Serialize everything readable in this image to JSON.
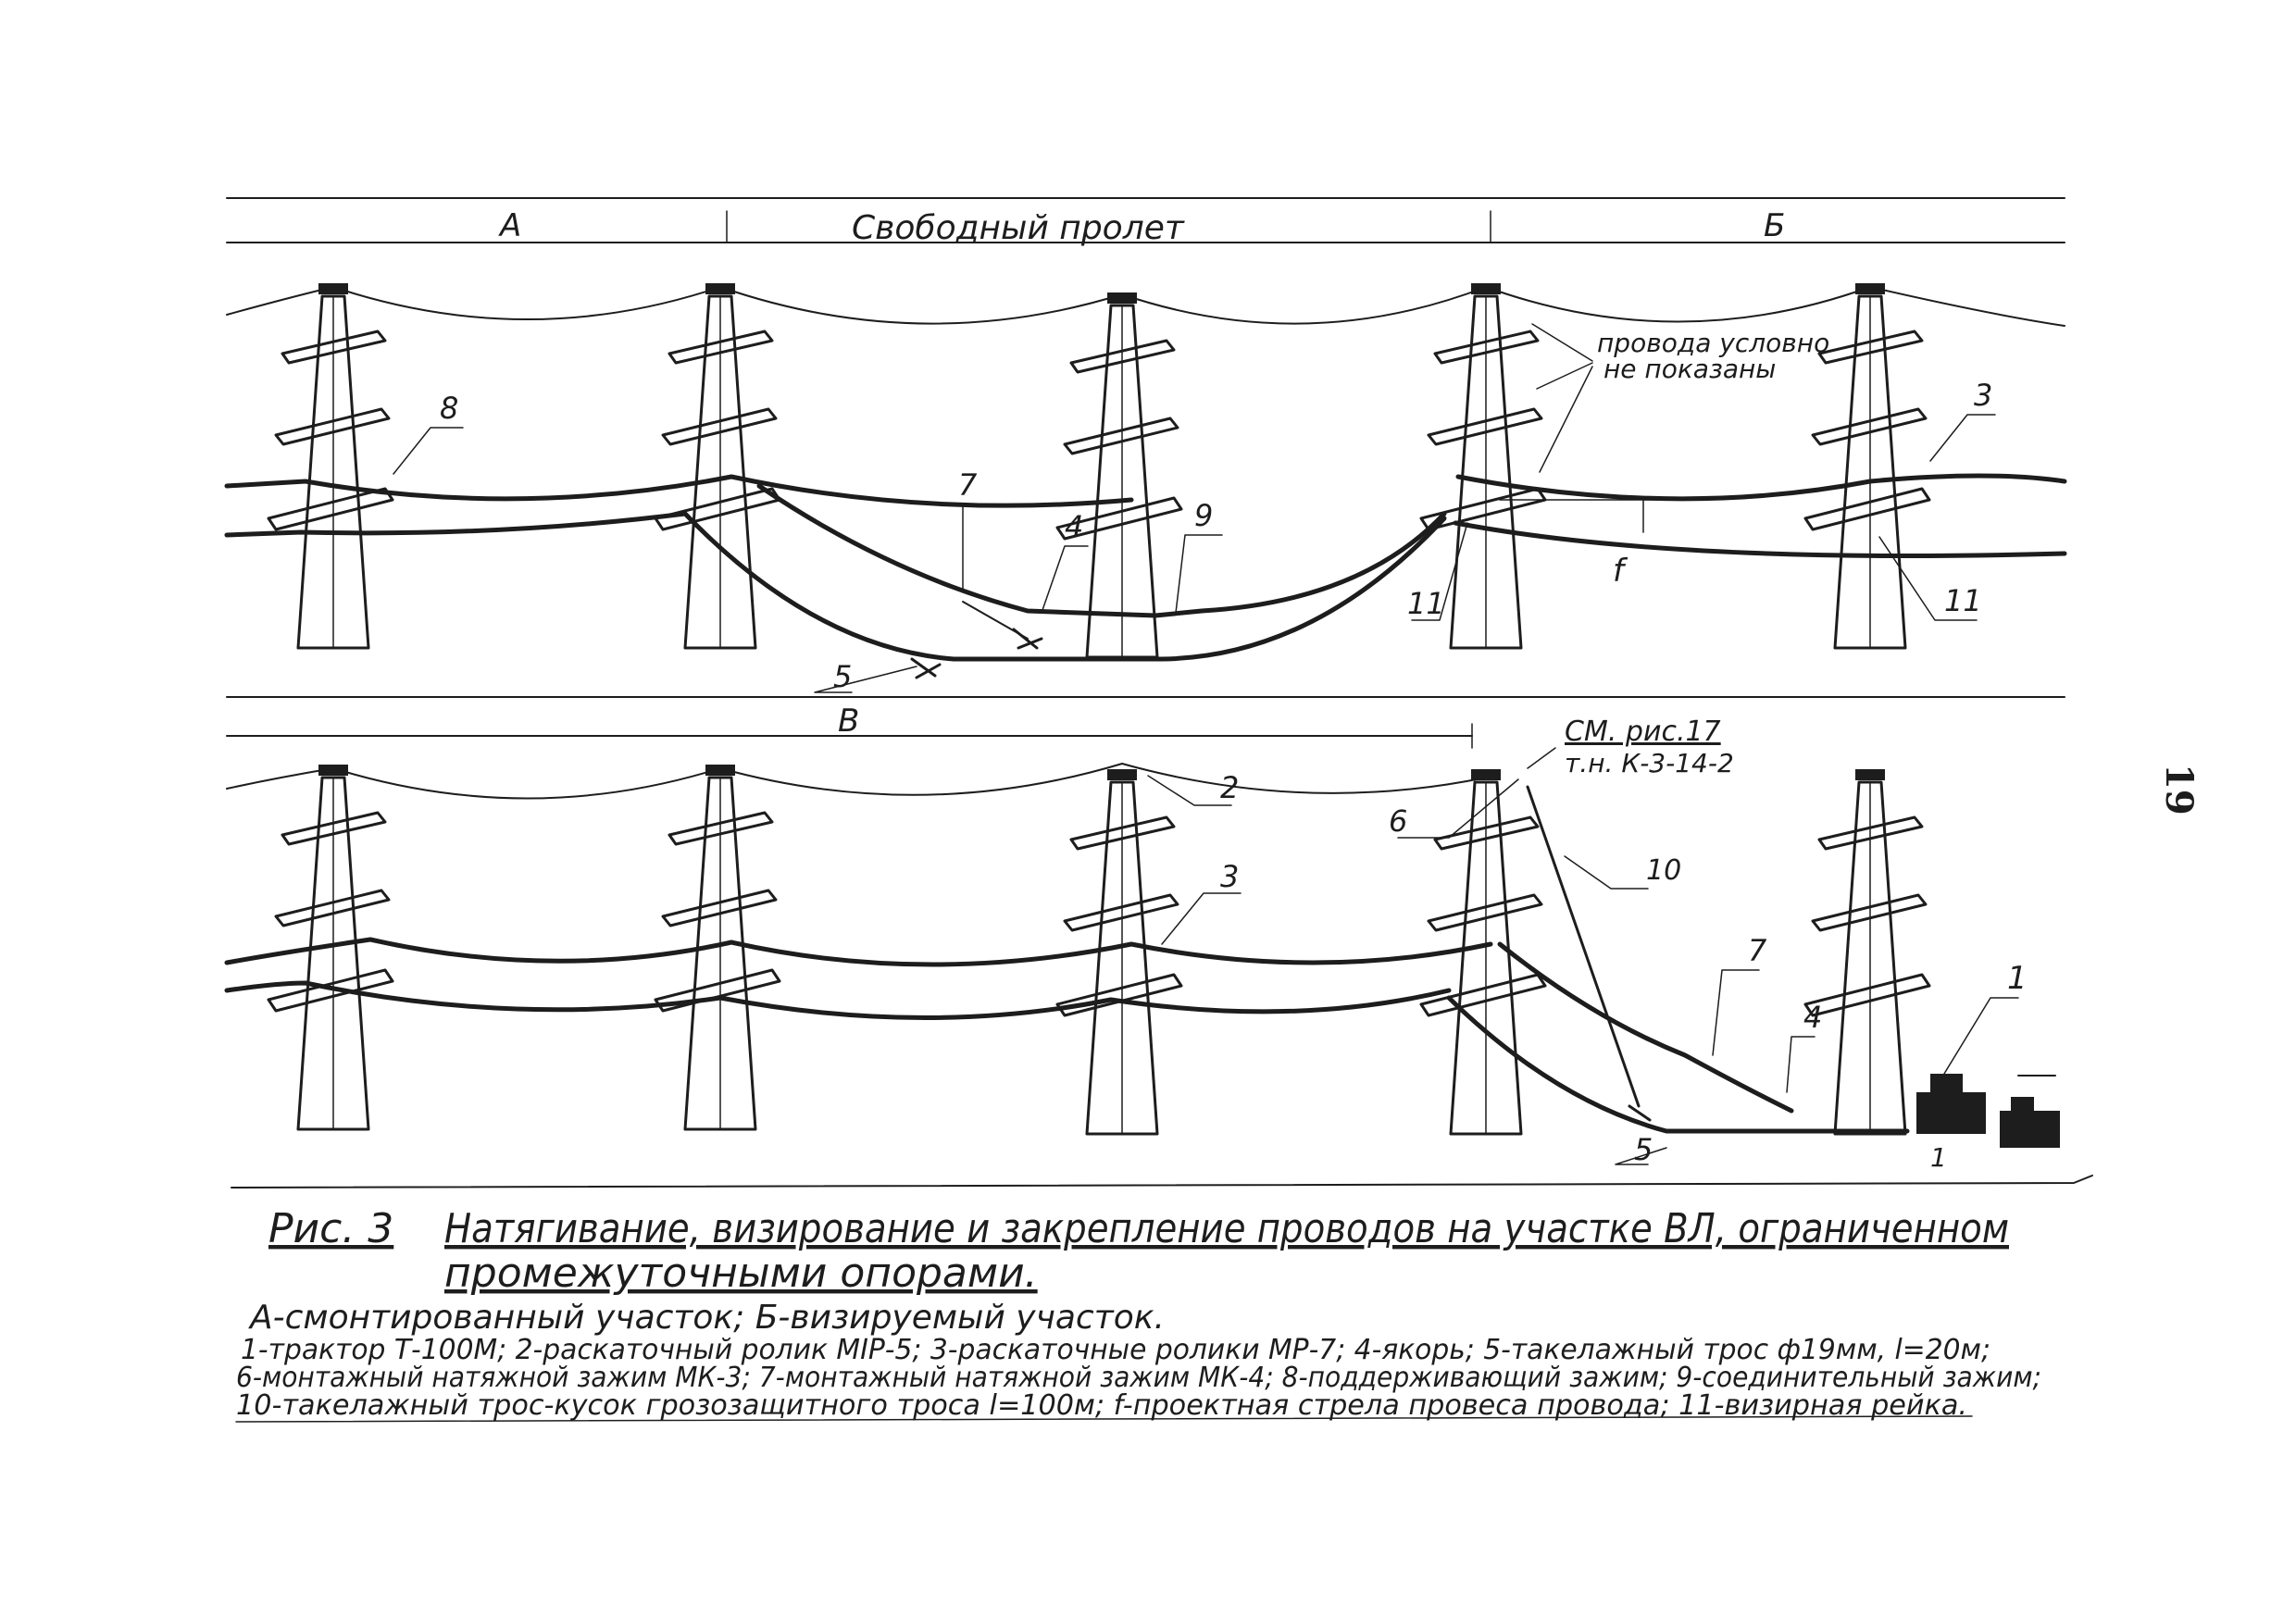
{
  "page_number": "19",
  "top": {
    "span_a": "А",
    "span_free": "Свободный пролет",
    "span_b": "Б",
    "note_line1": "провода условно",
    "note_line2": "не показаны",
    "callouts": {
      "c8": "8",
      "c7": "7",
      "c4": "4",
      "c9": "9",
      "c5": "5",
      "c11a": "11",
      "c11b": "11",
      "c3": "3",
      "cf": "f"
    }
  },
  "bottom": {
    "span_v": "В",
    "ref_line1": "СМ. рис.17",
    "ref_line2": "т.н. К-3-14-2",
    "callouts": {
      "c2": "2",
      "c3": "3",
      "c6": "6",
      "c10": "10",
      "c7": "7",
      "c4": "4",
      "c1": "1",
      "c5": "5",
      "c1b": "1"
    }
  },
  "caption": {
    "label": "Рис. 3",
    "title_line1": "Натягивание, визирование и закрепление проводов на участке ВЛ, ограниченном",
    "title_line2": "промежуточными опорами.",
    "legend_ab": "А-смонтированный участок;   Б-визируемый участок.",
    "legend_line1": "1-трактор Т-100М; 2-раскаточный ролик МIР-5; 3-раскаточные ролики МР-7; 4-якорь; 5-такелажный трос ф19мм, l=20м;",
    "legend_line2": "6-монтажный натяжной зажим МК-3; 7-монтажный натяжной зажим МК-4; 8-поддерживающий зажим; 9-соединительный зажим;",
    "legend_line3": "10-такелажный трос-кусок грозозащитного троса l=100м; f-проектная стрела провеса провода; 11-визирная рейка."
  }
}
